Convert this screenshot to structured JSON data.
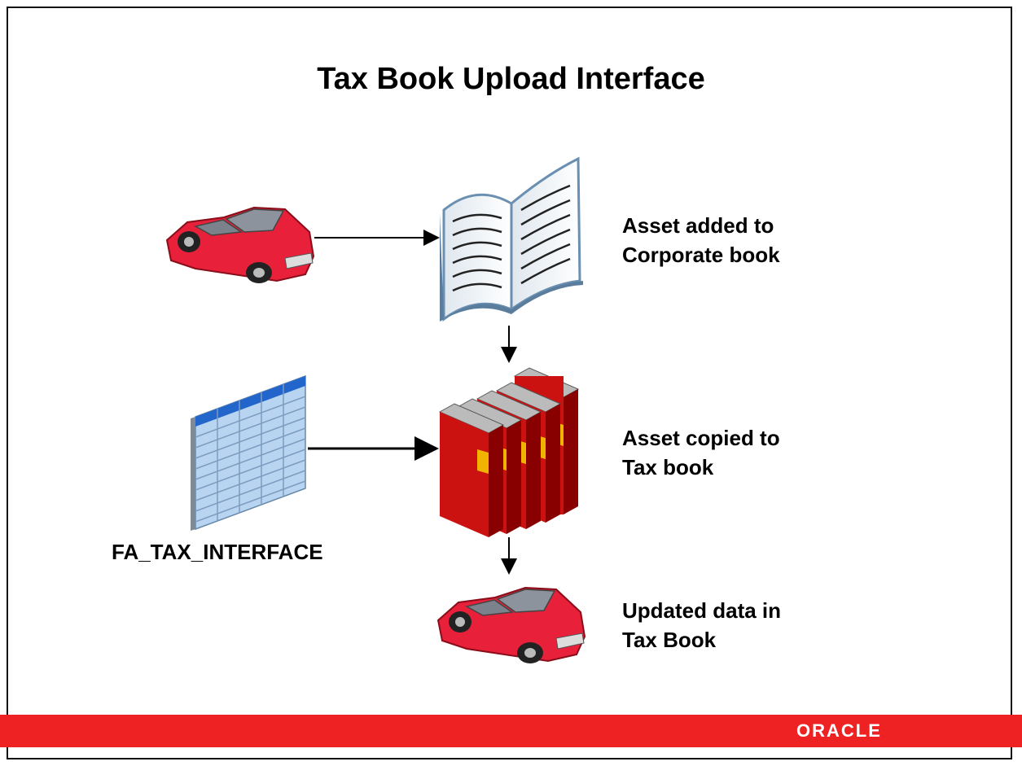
{
  "title": "Tax Book Upload Interface",
  "labels": {
    "corporate_line1": "Asset added to",
    "corporate_line2": "Corporate book",
    "taxcopy_line1": "Asset copied to",
    "taxcopy_line2": "Tax book",
    "interface_table": "FA_TAX_INTERFACE",
    "updated_line1": "Updated data in",
    "updated_line2": "Tax Book"
  },
  "footer": {
    "brand": "ORACLE"
  },
  "colors": {
    "car": "#e8203a",
    "books": "#cc1111",
    "book_labels": "#f2b200",
    "table_header": "#2266cc",
    "table_body": "#b8d4f0",
    "footer_bar": "#ee2222"
  },
  "icons": {
    "source_car": "car-icon",
    "corporate_book": "open-book-icon",
    "tax_books": "book-stack-icon",
    "interface_table": "table-icon",
    "result_car": "car-icon"
  }
}
